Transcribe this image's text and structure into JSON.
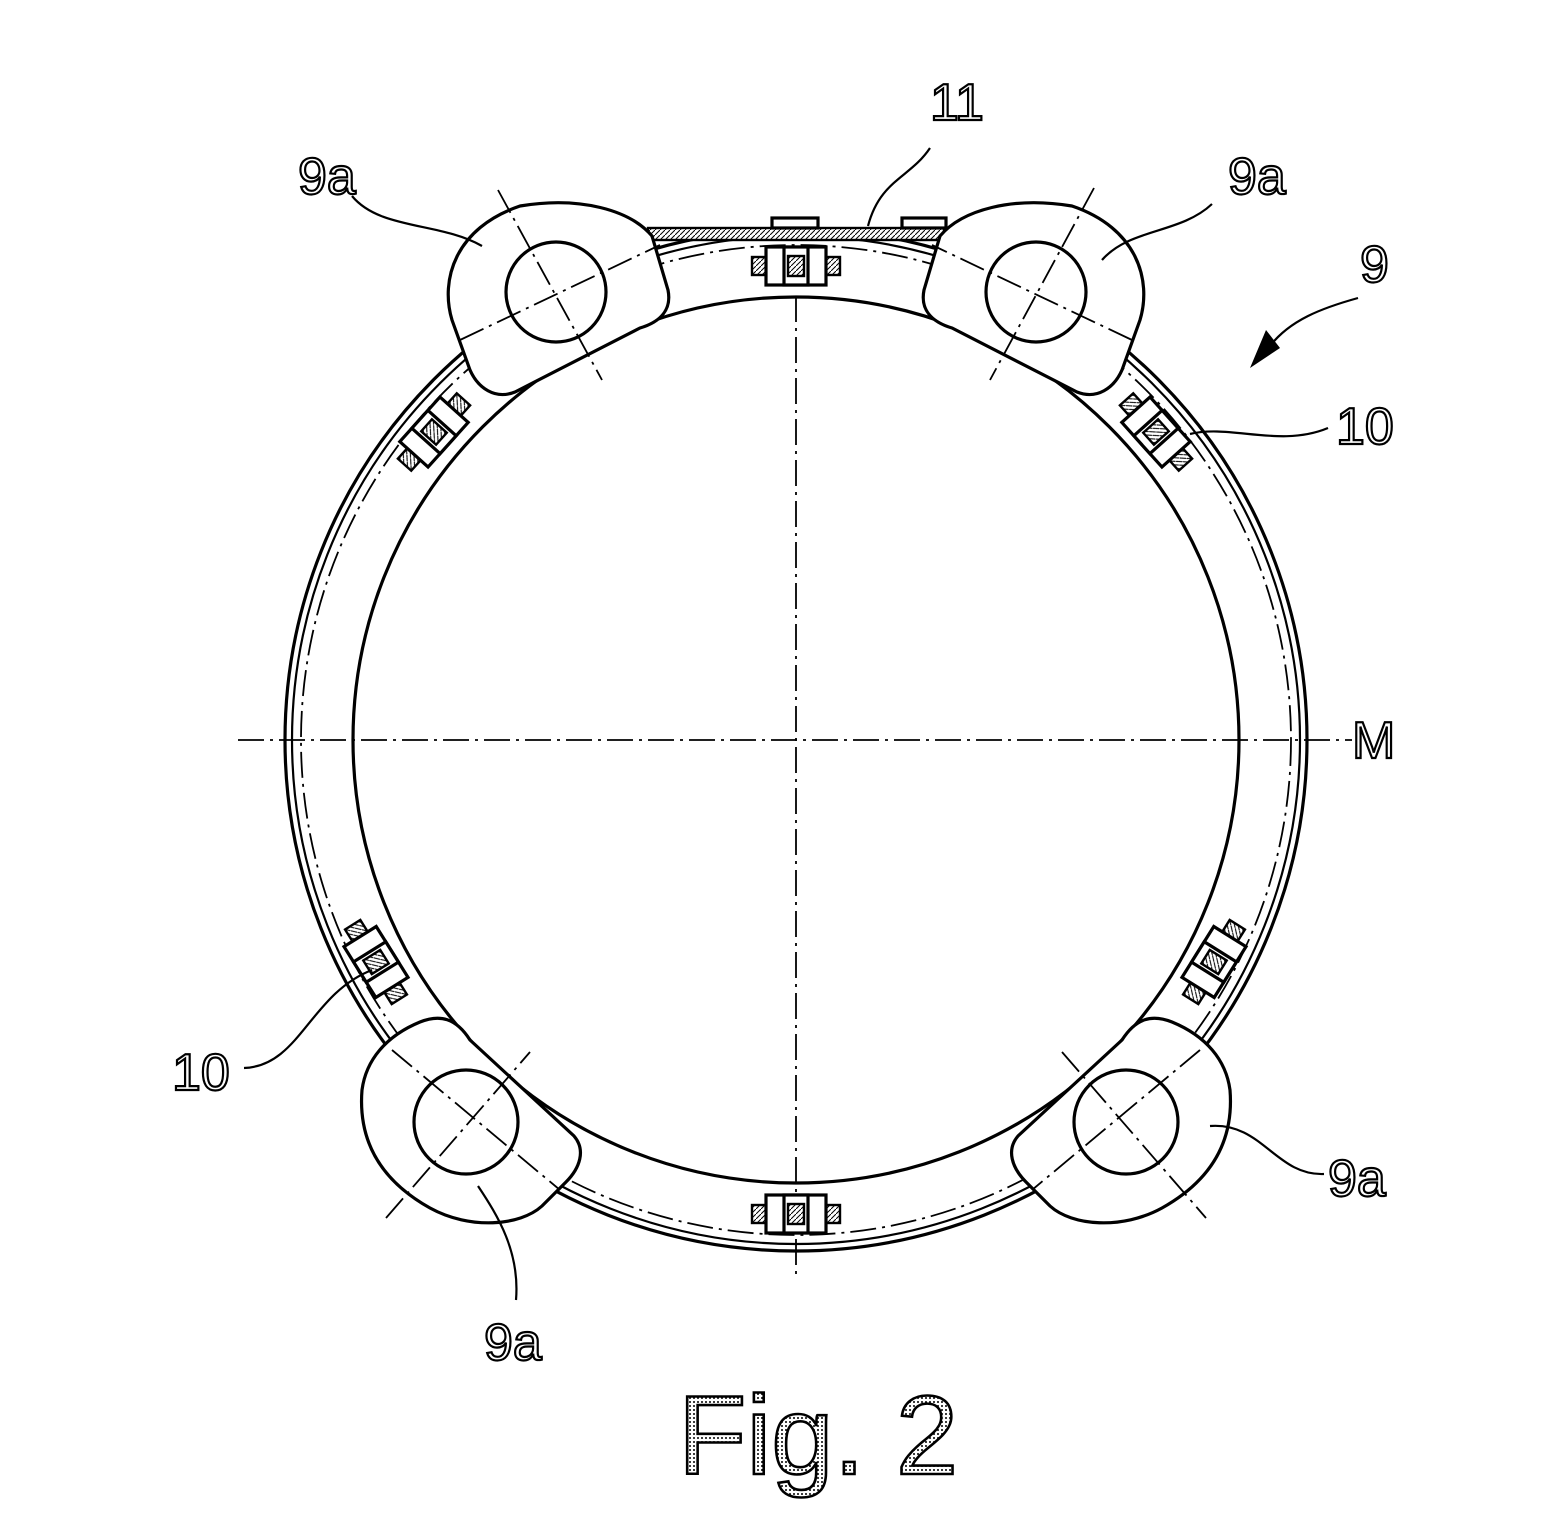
{
  "figure": {
    "caption": "Fig. 2"
  },
  "labels": {
    "part_11": "11",
    "part_9": "9",
    "part_9a": "9a",
    "part_10": "10",
    "axis_m": "M"
  }
}
